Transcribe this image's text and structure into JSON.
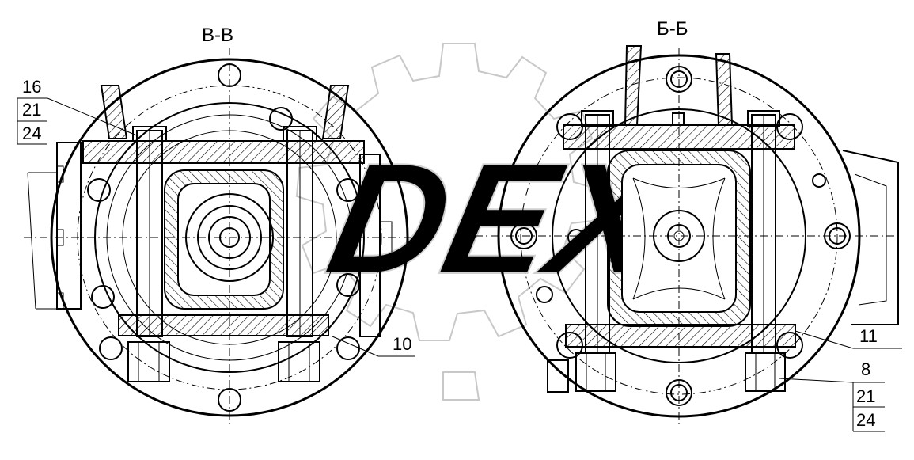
{
  "views": {
    "left": {
      "title": "В-В"
    },
    "right": {
      "title": "Б-Б"
    }
  },
  "callouts": {
    "left_top": [
      "16",
      "21",
      "24"
    ],
    "left_bottom": "10",
    "right_mid": "11",
    "right_bottom": [
      "8",
      "21",
      "24"
    ]
  },
  "watermark": {
    "text": "DEX"
  }
}
